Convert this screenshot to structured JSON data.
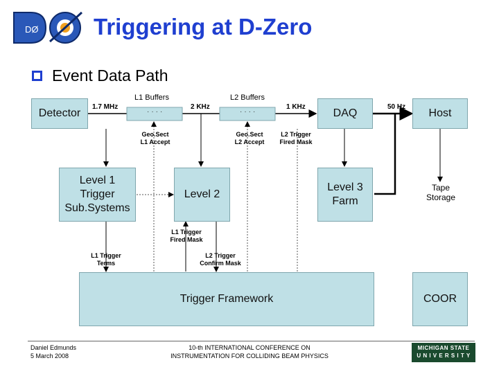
{
  "header": {
    "title": "Triggering at D-Zero",
    "logo_text": "DØ"
  },
  "bullet": {
    "text": "Event Data Path"
  },
  "buffers": {
    "l1": "L1 Buffers",
    "l2": "L2 Buffers",
    "dots": "····"
  },
  "rates": {
    "r1": "1.7 MHz",
    "r2": "2 KHz",
    "r3": "1 KHz",
    "r4": "50 Hz"
  },
  "boxes": {
    "detector": "Detector",
    "daq": "DAQ",
    "host": "Host",
    "level1": "Level 1\nTrigger\nSub.Systems",
    "level2": "Level 2",
    "level3": "Level 3\nFarm",
    "framework": "Trigger Framework",
    "coor": "COOR"
  },
  "signals": {
    "geosect_l1": "Geo.Sect\nL1 Accept",
    "geosect_l2": "Geo.Sect\nL2 Accept",
    "l2_fired_mask": "L2 Trigger\nFired Mask",
    "l1_fired_mask": "L1 Trigger\nFired Mask",
    "l1_terms": "L1 Trigger\nTerms",
    "l2_confirm": "L2 Trigger\nConfirm Mask"
  },
  "tape": "Tape\nStorage",
  "footer": {
    "author": "Daniel Edmunds\n5 March 2008",
    "conference": "10-th INTERNATIONAL CONFERENCE  ON\nINSTRUMENTATION FOR COLLIDING BEAM PHYSICS",
    "logo": "MICHIGAN STATE\nU N I V E R S I T Y"
  }
}
